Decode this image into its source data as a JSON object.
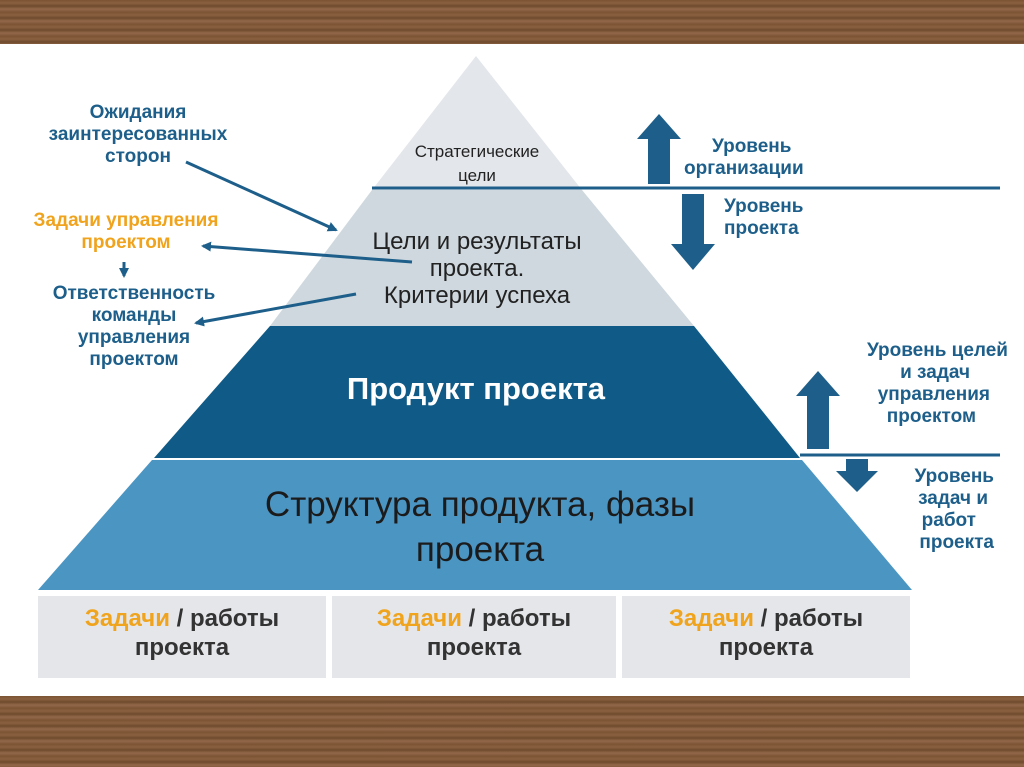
{
  "pyramid": {
    "strategic_goals": [
      "Стратегические",
      "цели"
    ],
    "project_goals": [
      "Цели и результаты",
      "проекта.",
      "Критерии успеха"
    ],
    "product": "Продукт проекта",
    "structure": [
      "Структура продукта, фазы",
      "проекта"
    ]
  },
  "left_labels": {
    "stakeholders": [
      "Ожидания",
      "заинтересованных",
      "сторон"
    ],
    "tasks_management": [
      "Задачи управления",
      "проектом"
    ],
    "team_responsibility": [
      "Ответственность",
      "команды",
      "управления",
      "проектом"
    ]
  },
  "right_labels": {
    "org_level": [
      "Уровень",
      "организации"
    ],
    "project_level": [
      "Уровень",
      "проекта"
    ],
    "goals_level": [
      "Уровень целей",
      "и задач",
      "управления",
      "проектом"
    ],
    "tasks_level": [
      "Уровень",
      "задач и",
      "работ",
      "проекта"
    ]
  },
  "bottom_boxes": [
    {
      "highlight": "Задачи",
      "rest": " / работы",
      "line2": "проекта"
    },
    {
      "highlight": "Задачи",
      "rest": " / работы",
      "line2": "проекта"
    },
    {
      "highlight": "Задачи",
      "rest": " / работы",
      "line2": "проекта"
    }
  ],
  "colors": {
    "top_tier": "#e3e6ea",
    "middle_tier": "#cfd8de",
    "product_tier": "#0f5a86",
    "structure_tier": "#4b95c3",
    "accent_blue": "#1d5f8a",
    "accent_orange": "#f0a31c"
  }
}
